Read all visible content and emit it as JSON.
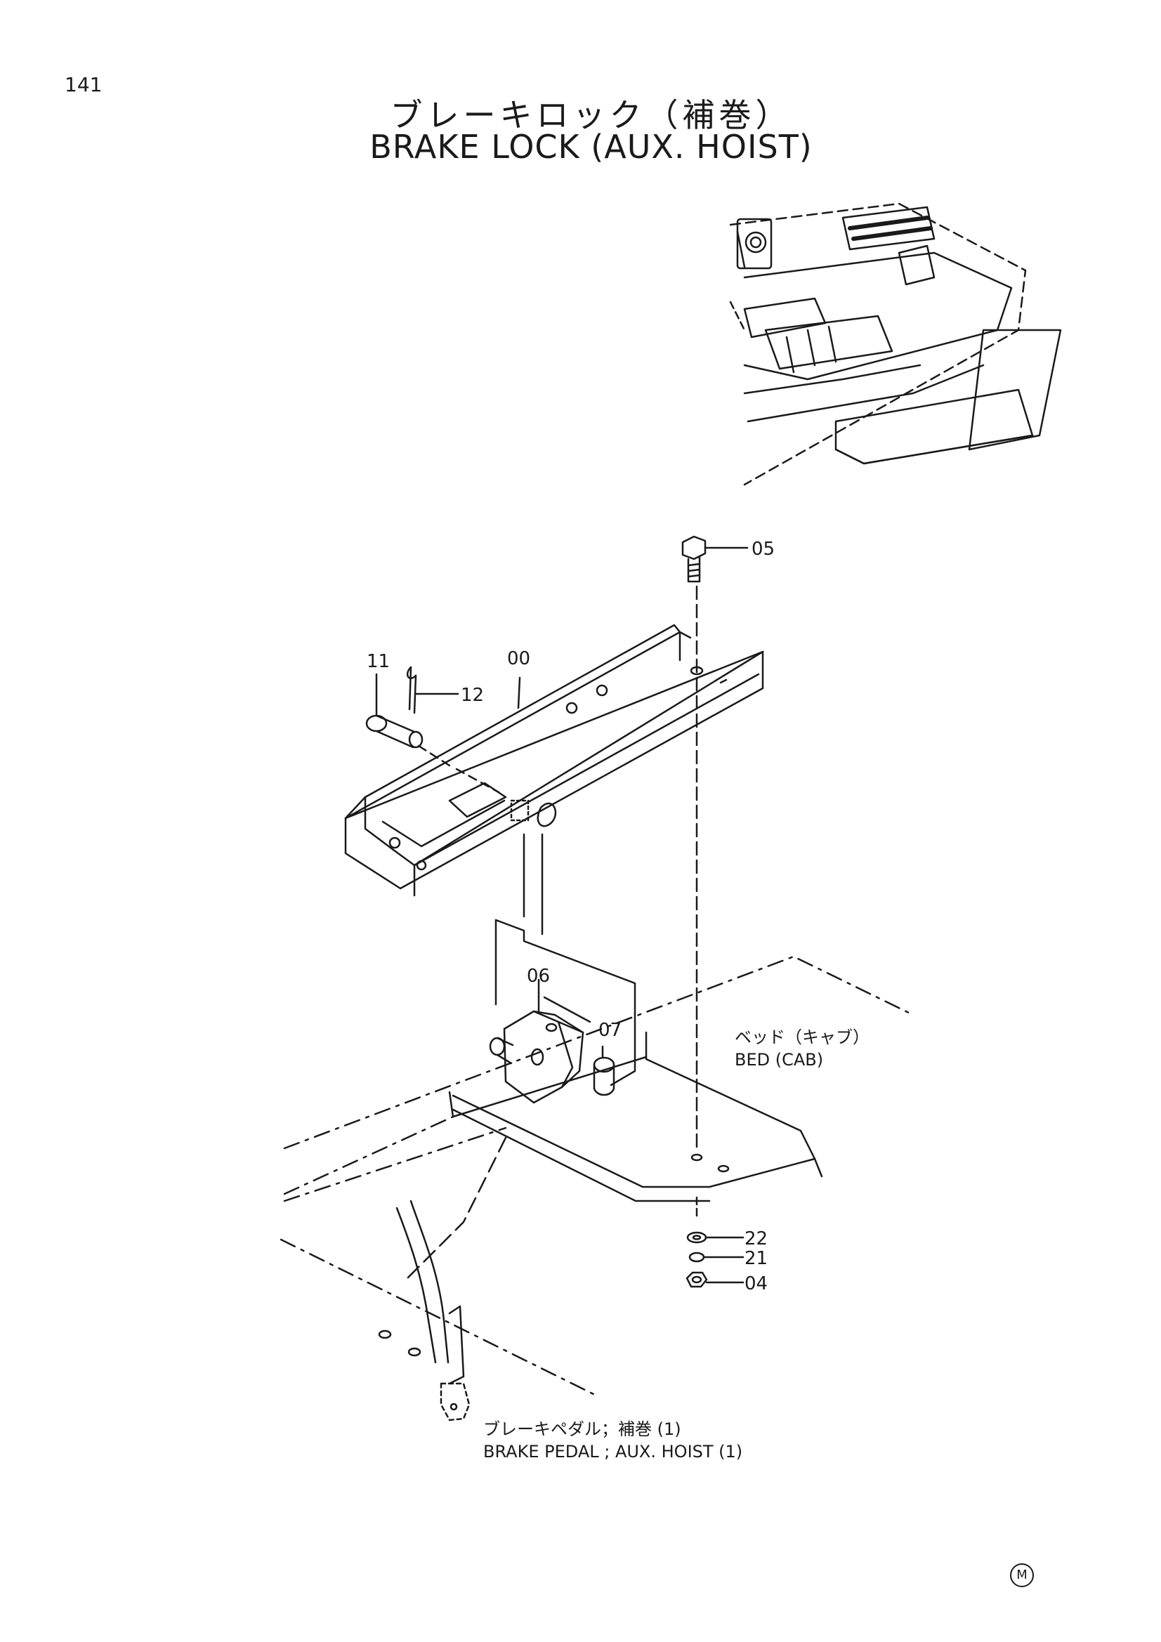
{
  "page_number": "141",
  "title": {
    "ja": "ブレーキロック（補巻）",
    "en": "BRAKE LOCK (AUX. HOIST)"
  },
  "part_callouts": [
    "05",
    "11",
    "00",
    "12",
    "06",
    "07",
    "22",
    "21",
    "04"
  ],
  "parts": {
    "p05": "05",
    "p11": "11",
    "p00": "00",
    "p12": "12",
    "p06": "06",
    "p07": "07",
    "p22": "22",
    "p21": "21",
    "p04": "04"
  },
  "references": {
    "bed": {
      "ja": "ベッド（キャブ）",
      "en": "BED (CAB)"
    },
    "pedal": {
      "ja": "ブレーキペダル；補巻 (1)",
      "en": "BRAKE PEDAL ; AUX. HOIST (1)"
    }
  },
  "corner_mark": "M",
  "colors": {
    "ink": "#1a1a1a",
    "paper": "#ffffff"
  }
}
